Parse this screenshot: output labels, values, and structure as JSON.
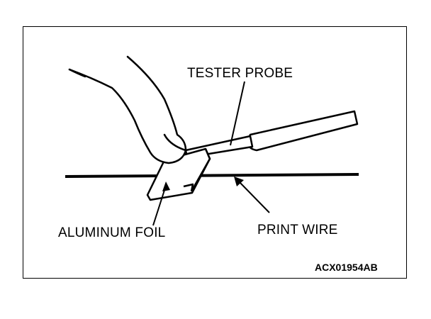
{
  "labels": {
    "tester_probe": "TESTER PROBE",
    "aluminum_foil": "ALUMINUM FOIL",
    "print_wire": "PRINT WIRE"
  },
  "figure_code": "ACX01954AB"
}
